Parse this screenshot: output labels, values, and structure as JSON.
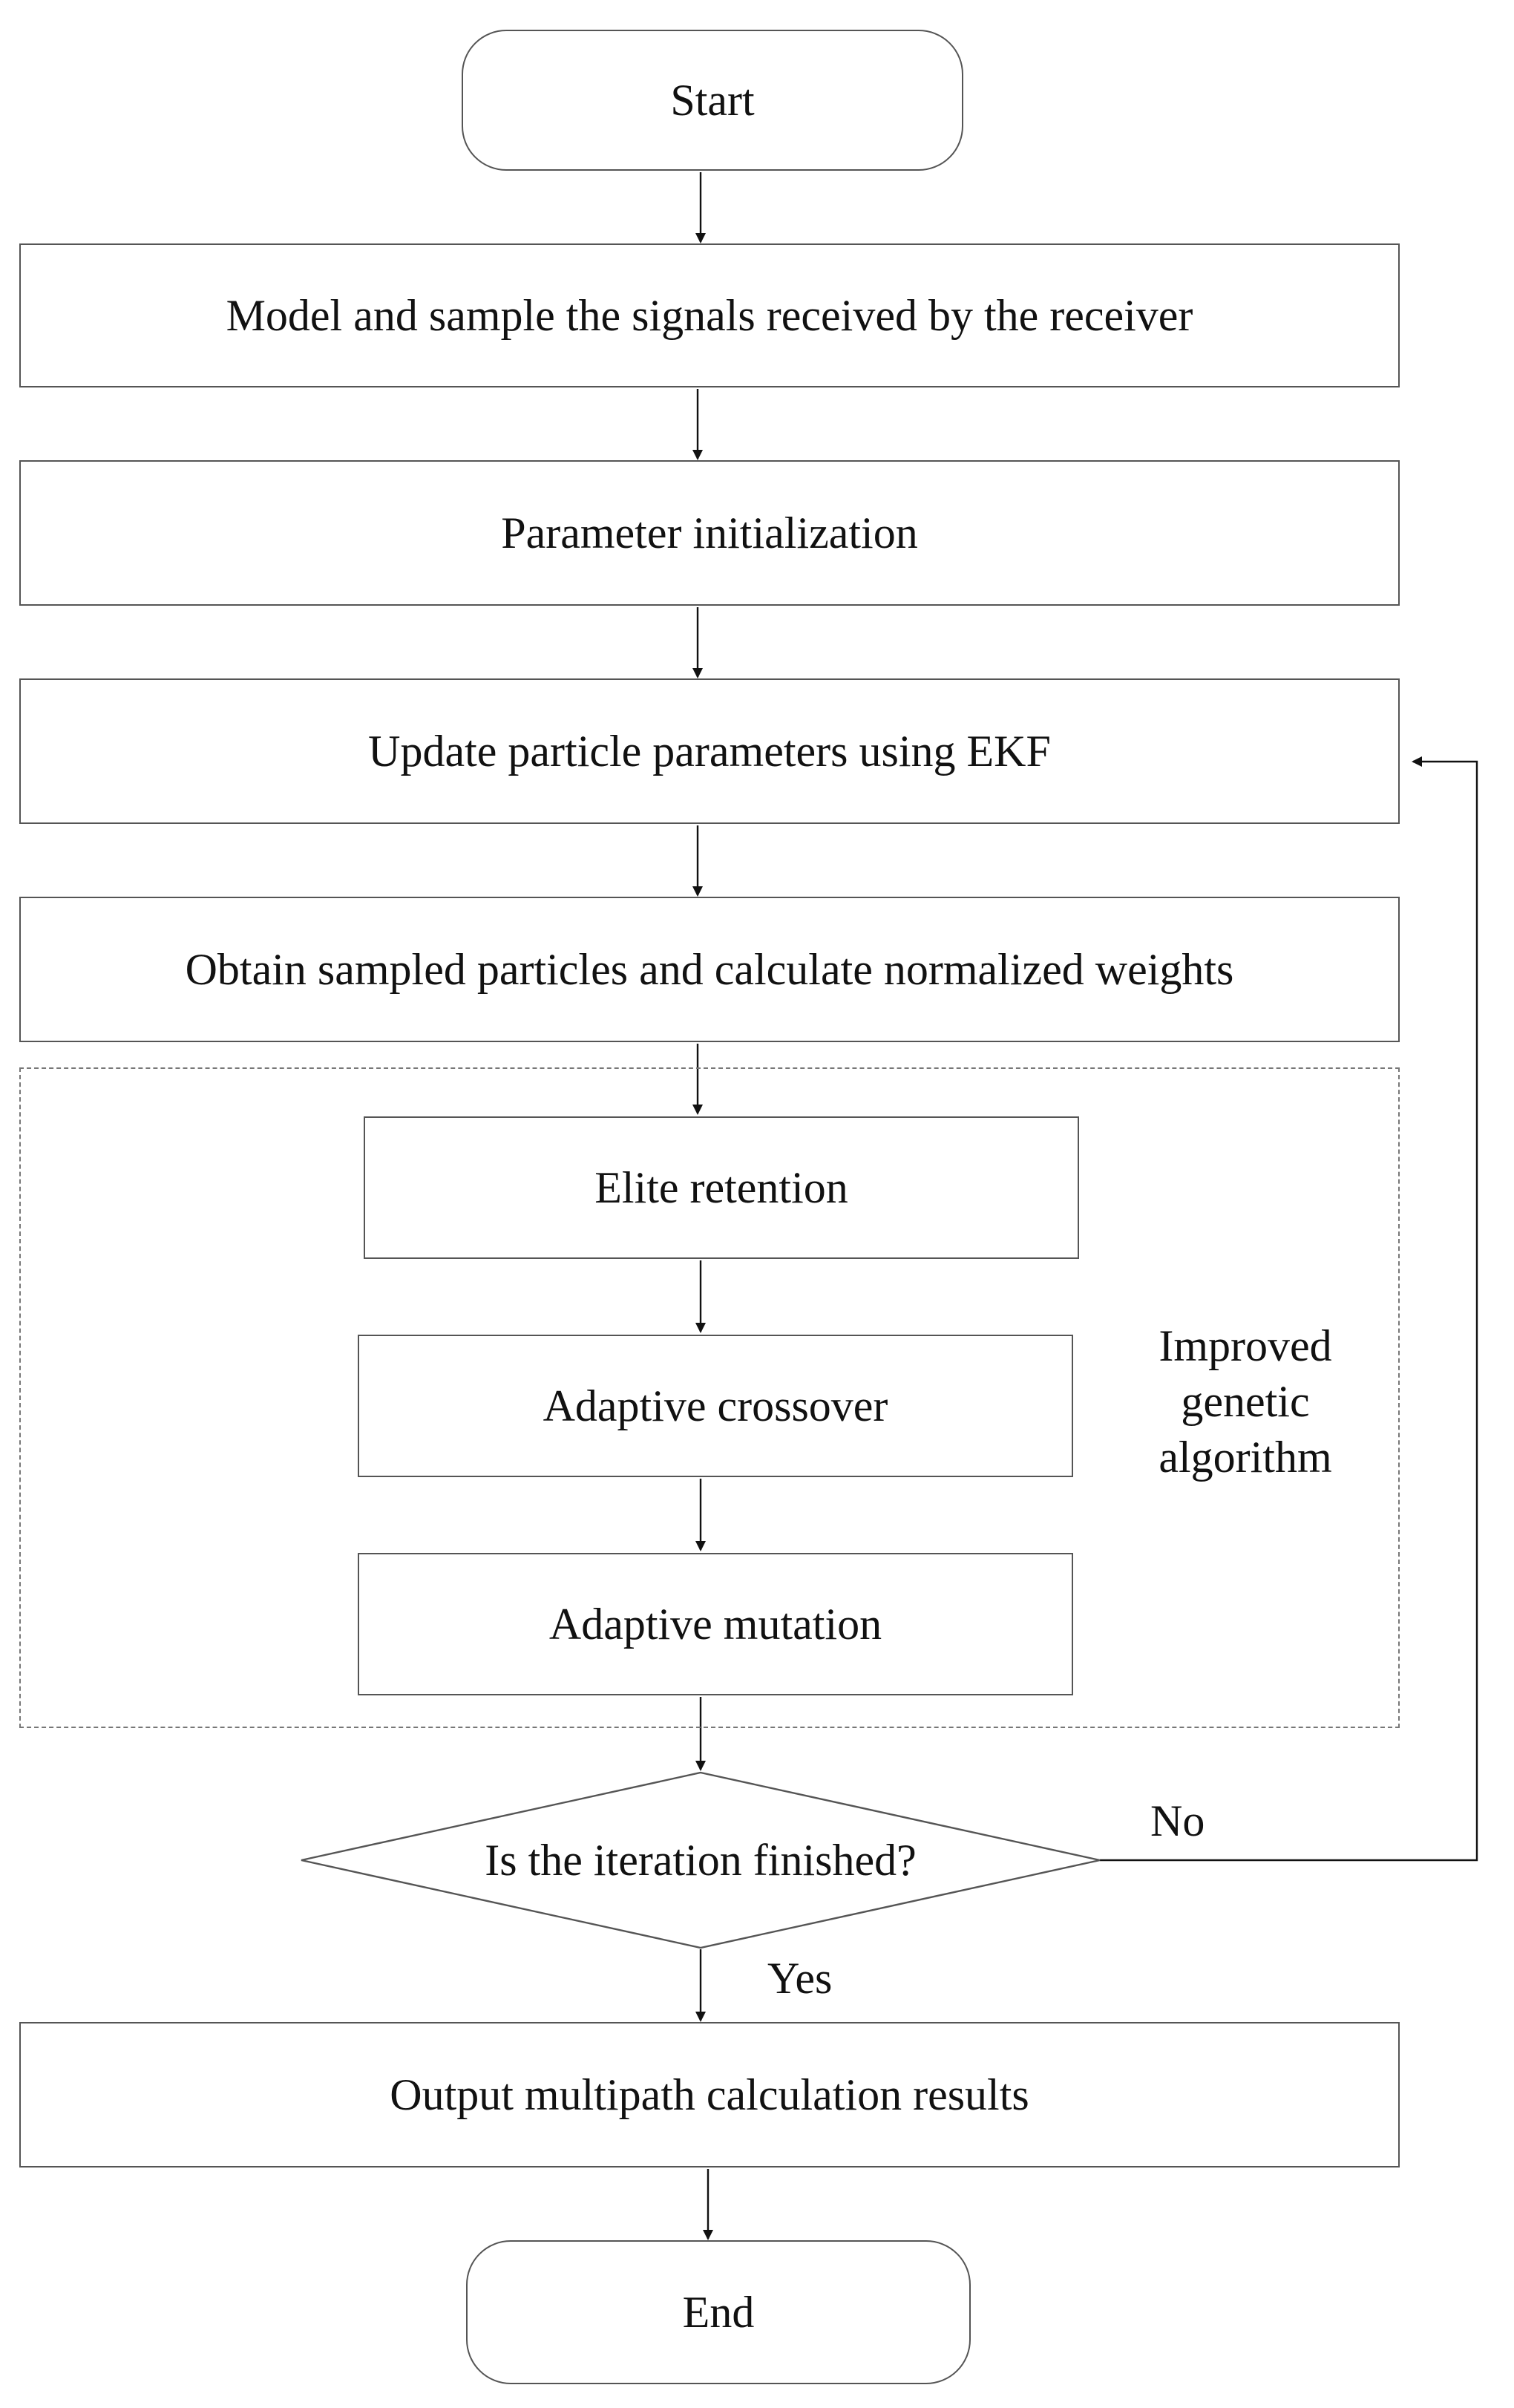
{
  "flowchart": {
    "start": "Start",
    "steps": {
      "model_sample": "Model and sample the signals received by the receiver",
      "param_init": "Parameter initialization",
      "update_ekf": "Update particle parameters using EKF",
      "obtain_weights": "Obtain sampled particles and calculate normalized weights"
    },
    "genetic": {
      "elite": "Elite retention",
      "crossover": "Adaptive crossover",
      "mutation": "Adaptive mutation",
      "group_label_lines": [
        "Improved",
        "genetic",
        "algorithm"
      ]
    },
    "decision": {
      "question": "Is the iteration finished?",
      "no_label": "No",
      "yes_label": "Yes"
    },
    "output": "Output multipath calculation results",
    "end": "End"
  }
}
